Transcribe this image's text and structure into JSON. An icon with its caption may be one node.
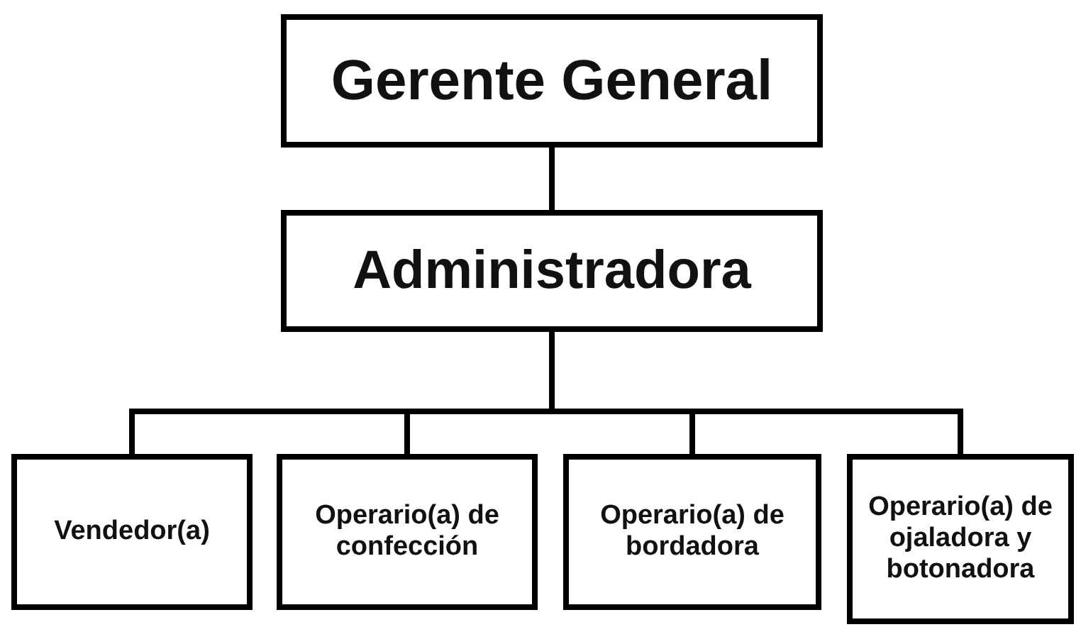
{
  "diagram": {
    "nodes": [
      {
        "text": [
          "Gerente General"
        ]
      },
      {
        "text": [
          "Administradora"
        ]
      },
      {
        "text": [
          "Vendedor(a)"
        ]
      },
      {
        "text": [
          "Operario(a) de confección"
        ]
      },
      {
        "text": [
          "Operario(a) de bordadora"
        ]
      },
      {
        "text": [
          "Operario(a) de ojaladora y botonadora"
        ]
      }
    ],
    "edges": [
      {
        "from": 0,
        "to": 1,
        "arrow": "none"
      },
      {
        "from": 1,
        "to": 2,
        "arrow": "none"
      },
      {
        "from": 1,
        "to": 3,
        "arrow": "none"
      },
      {
        "from": 1,
        "to": 4,
        "arrow": "none"
      },
      {
        "from": 1,
        "to": 5,
        "arrow": "none"
      }
    ]
  }
}
